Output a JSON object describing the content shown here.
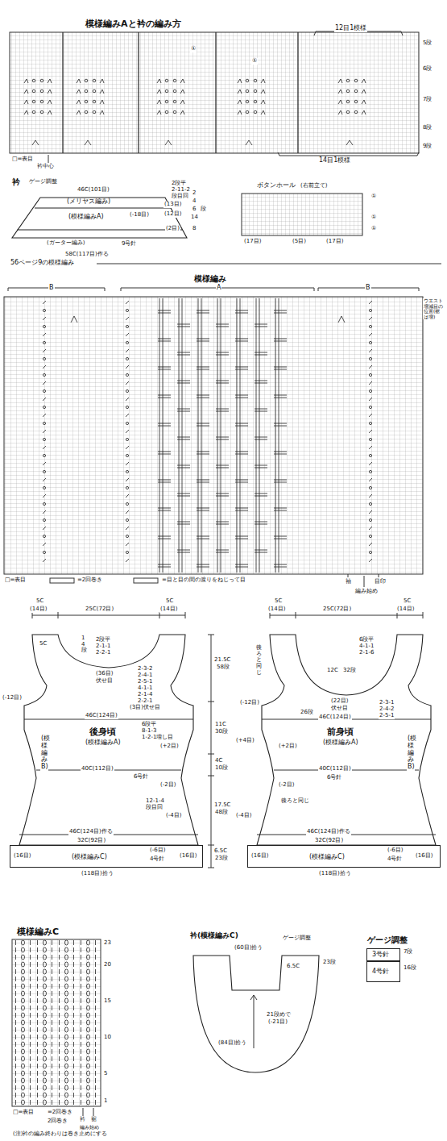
{
  "diagram": {
    "nodes": [
      {
        "text": [
          "(メリヤス編み)",
          "(模様編みA)",
          "(ガーター編み)"
        ]
      },
      {
        "text": [
          "後身頃",
          "(模様編みA)",
          "(模様編みB)"
        ]
      },
      {
        "text": [
          "(模様編みC)"
        ]
      },
      {
        "text": [
          "前身頃",
          "(模様編みA)",
          "(模様編みB)"
        ]
      },
      {
        "text": [
          "(模様編みC)"
        ]
      },
      {
        "text": [
          "衿(模様編みC)"
        ]
      },
      {
        "text": [
          "3号針"
        ]
      },
      {
        "text": [
          "4号針"
        ]
      }
    ],
    "labels": [
      "模様編みAと衿の編み方",
      "12目1模様",
      "5段",
      "①",
      "①",
      "6段",
      "7段",
      "8段",
      "9段",
      "14目1模様",
      "□=表目",
      "衿中心",
      "衿",
      "ゲージ調整",
      "46C(101目)",
      "2段平",
      "2-11-2",
      "段目回",
      "(13目)",
      "(-18目)",
      "(12目)",
      "(2目)",
      "9号針",
      "58C(117目)作る",
      "2",
      "4",
      "6",
      "14",
      "8",
      "段",
      "ボタンホール",
      "(右前立て)",
      "①",
      "①",
      "①",
      "(17目)",
      "(5目)",
      "(17目)",
      "56ページ9の模様編み",
      "模様編み",
      "B",
      "A",
      "B",
      "ウエスト増減目の位置(裾は増)",
      "□=表目",
      "=2回巻き",
      "=目と目の間の渡りをねじって目",
      "袖",
      "目印",
      "編み始め",
      "5C",
      "(14目)",
      "25C(72目)",
      "5C",
      "(14目)",
      "2段平",
      "2-1-1",
      "2-2-1",
      "14段",
      "5C",
      "(36目)",
      "伏せ目",
      "2-3-2",
      "2-4-1",
      "2-5-1",
      "4-1-1",
      "2-1-4",
      "2-2-1",
      "(3目)伏せ目",
      "(-12目)",
      "46C(124目)",
      "6段平",
      "8-1-3",
      "1-2-1増し目",
      "(+2目)",
      "40C(112目)",
      "6号針",
      "(-2目)",
      "12-1-4",
      "段目回",
      "(-4目)",
      "46C(124目)作る",
      "(16目)",
      "(16目)",
      "32C(92目)",
      "(-6目)",
      "4号針",
      "(118目)拾う",
      "21.5C",
      "58段",
      "11C",
      "30段",
      "4C",
      "10段",
      "17.5C",
      "48段",
      "6.5C",
      "23段",
      "5C",
      "(14目)",
      "25C(72目)",
      "5C",
      "(14目)",
      "後ろと同じ",
      "6段平",
      "4-1-1",
      "2-1-6",
      "12C",
      "32段",
      "(22目)",
      "伏せ目",
      "26段",
      "2-3-1",
      "2-4-2",
      "2-5-1",
      "(-12目)",
      "46C(124目)",
      "(+4目)",
      "(+2目)",
      "後ろと同じ",
      "40C(112目)",
      "6号針",
      "(-2目)",
      "(-4目)",
      "46C(124目)作る",
      "32C(92目)",
      "(16目)",
      "(16目)",
      "(-6目)",
      "4号針",
      "(118目)拾う",
      "模様編みC",
      "23",
      "20",
      "15",
      "10",
      "5",
      "1",
      "□=表目",
      "=2回巻き",
      "2回巻き",
      "衿",
      "裾",
      "編み始め",
      "(注)衿の編み終わりは巻き止めにする",
      "ゲージ調整",
      "(60目)拾う",
      "6.5C",
      "23段",
      "(84目)拾う",
      "21段めで",
      "(-21目)",
      "ゲージ調整",
      "7段",
      "16段"
    ]
  }
}
